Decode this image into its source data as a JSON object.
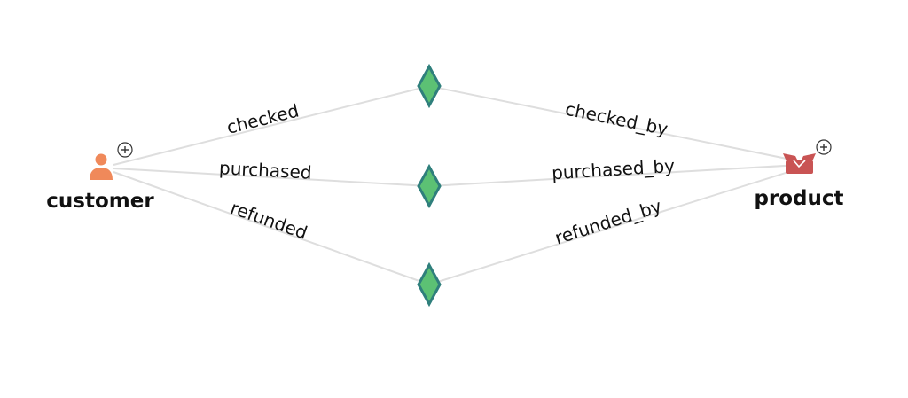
{
  "nodes": {
    "customer": {
      "label": "customer",
      "icon": "user-icon",
      "color": "#f0895a"
    },
    "product": {
      "label": "product",
      "icon": "box-icon",
      "color": "#c95454"
    }
  },
  "relation_nodes": [
    {
      "name": "checked",
      "icon": "diamond-icon"
    },
    {
      "name": "purchased",
      "icon": "diamond-icon"
    },
    {
      "name": "refunded",
      "icon": "diamond-icon"
    }
  ],
  "edges": {
    "checked": "checked",
    "checked_by": "checked_by",
    "purchased": "purchased",
    "purchased_by": "purchased_by",
    "refunded": "refunded",
    "refunded_by": "refunded_by"
  },
  "colors": {
    "edge": "#dedede",
    "diamond_fill": "#5cc174",
    "diamond_stroke": "#2f7f7c"
  },
  "expand_icon": "plus-circle-icon"
}
